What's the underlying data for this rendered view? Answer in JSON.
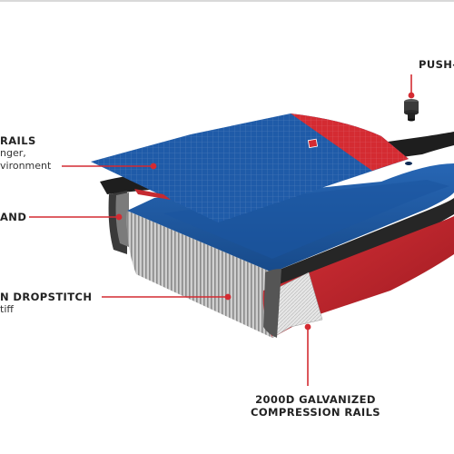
{
  "callouts": {
    "push_pin": {
      "title": "PUSH-"
    },
    "rails_left": {
      "title": "RAILS",
      "line1": "nger,",
      "line2": "vironment"
    },
    "band": {
      "title": "AND"
    },
    "dropstitch": {
      "title": "N DROPSTITCH",
      "line1": "tiff"
    },
    "galvanized": {
      "title_line1": "2000D GALVANIZED",
      "title_line2": "COMPRESSION RAILS"
    }
  },
  "colors": {
    "accent_red": "#d42b32",
    "dark_red": "#a81b22",
    "deck_blue": "#1f5ba8",
    "deck_blue_dark": "#164784",
    "deck_blue_light": "#3a78c4",
    "dropstitch_grey": "#b8b8b8",
    "black_rail": "#2a2a2a",
    "leader_line": "#d42b32"
  }
}
